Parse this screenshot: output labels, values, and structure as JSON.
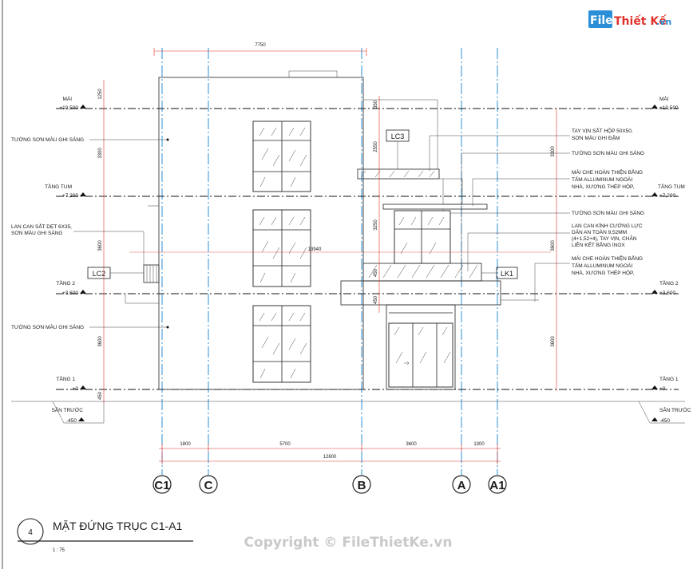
{
  "watermark": {
    "logo_part1": "File",
    "logo_part2": "Thiết Kế",
    "logo_part3": ".vn",
    "copyright": "Copyright © FileThietKe.vn"
  },
  "levels": {
    "mai": {
      "name": "MÁI",
      "value": "+10,500"
    },
    "tang_tum": {
      "name": "TẦNG TUM",
      "value": "+7,200"
    },
    "tang_2": {
      "name": "TẦNG 2",
      "value": "+3,600"
    },
    "tang_1": {
      "name": "TẦNG 1",
      "value": "+0"
    },
    "san_truoc": {
      "name": "SÂN TRƯỚC",
      "value": "-450"
    }
  },
  "notes_left": {
    "n1": "TƯỜNG SƠN MÀU GHI SÁNG",
    "n2_line1": "LAN CAN SẮT DẸT 6X35,",
    "n2_line2": "SƠN MÀU GHI SÁNG",
    "n3": "TƯỜNG SƠN MÀU GHI SÁNG"
  },
  "notes_right": {
    "r1_line1": "TAY VỊN SẮT HỘP 50X50,",
    "r1_line2": "SƠN MÀU GHI ĐẬM",
    "r2": "TƯỜNG SƠN MÀU GHI SÁNG",
    "r3_line1": "MÁI CHE  HOÀN THIỆN BẰNG",
    "r3_line2": "TẤM ALLUMINUM NGOÀI",
    "r3_line3": "NHÀ, XƯƠNG THÉP HỘP,",
    "r4": "TƯỜNG SƠN MÀU GHI SÁNG",
    "r5_line1": "LAN CAN KÍNH CƯỜNG LỰC",
    "r5_line2": "DÁN AN TOÀN 9,52MM",
    "r5_line3": "(4+1,52+4), TAY VỊN, CHÂN",
    "r5_line4": "LIÊN KẾT BẰNG INOX",
    "r6_line1": "MÁI CHE  HOÀN THIỆN BẰNG",
    "r6_line2": "TẤM ALLUMINUM NGOÀI",
    "r6_line3": "NHÀ, XƯƠNG THÉP HỘP,"
  },
  "tags": {
    "lc3": "LC3",
    "lc2": "LC2",
    "lk1": "LK1"
  },
  "dims": {
    "top_total": "7750",
    "mid_span": "13940",
    "bot_1": "1800",
    "bot_2": "5700",
    "bot_3": "3600",
    "bot_4": "1300",
    "bot_total": "12600",
    "left_1": "1250",
    "left_2": "3300",
    "left_3": "3600",
    "left_4": "3600",
    "left_5": "450",
    "c_1": "350",
    "c_2": "2550",
    "c_3": "3250",
    "c_4": "450",
    "c_5": "450",
    "right_1": "3300",
    "right_2": "3600",
    "right_3": "3600"
  },
  "axes": {
    "c1": "C1",
    "c": "C",
    "b": "B",
    "a": "A",
    "a1": "A1"
  },
  "title_block": {
    "number": "4",
    "title": "MẶT ĐỨNG TRỤC C1-A1",
    "scale": "1 : 75"
  },
  "colors": {
    "grid_axis": "#2a8fd6",
    "logo_red": "#e0322b",
    "ink": "#1a1a1a"
  }
}
